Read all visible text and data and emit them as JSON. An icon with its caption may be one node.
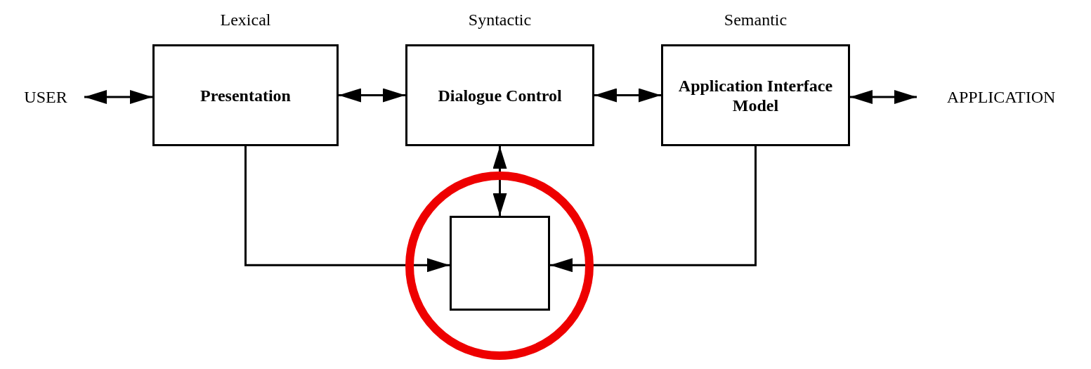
{
  "diagram": {
    "nodes": [
      {
        "text": [
          "USER"
        ]
      },
      {
        "text": [
          "Presentation"
        ],
        "beside": [
          "Lexical"
        ]
      },
      {
        "text": [
          "Dialogue Control"
        ],
        "beside": [
          "Syntactic"
        ]
      },
      {
        "text": [
          "Application Interface Model"
        ],
        "beside": [
          "Semantic"
        ]
      },
      {
        "text": [
          "APPLICATION"
        ]
      },
      {
        "text": [],
        "shape": "circle"
      },
      {
        "text": [],
        "shape": "box",
        "in": 5
      }
    ],
    "edges": [
      {
        "from": 0,
        "to": 1,
        "arrow": "both"
      },
      {
        "from": 1,
        "to": 2,
        "arrow": "both"
      },
      {
        "from": 2,
        "to": 3,
        "arrow": "both"
      },
      {
        "from": 3,
        "to": 4,
        "arrow": "both"
      },
      {
        "from": 2,
        "to": 6,
        "arrow": "both"
      },
      {
        "from": 1,
        "to": 6,
        "arrow": "to"
      },
      {
        "from": 3,
        "to": 6,
        "arrow": "to"
      }
    ]
  }
}
